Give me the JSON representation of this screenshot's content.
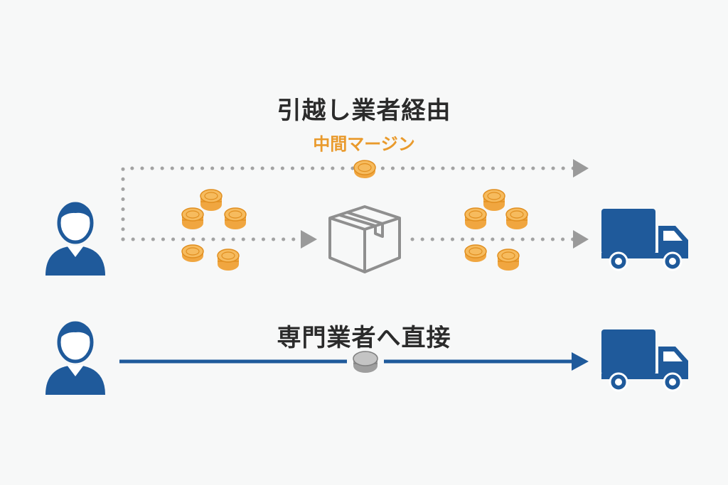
{
  "routes": {
    "indirect": {
      "title": "引越し業者経由",
      "margin_label": "中間マージン"
    },
    "direct": {
      "title": "専門業者へ直接"
    }
  },
  "icons": {
    "customer": "person-icon",
    "truck": "truck-icon",
    "box": "package-box-icon",
    "coins": "coin-stack-icon",
    "coin": "coin-icon"
  },
  "colors": {
    "blue": "#1f5a9b",
    "orange": "#e99a2c",
    "gray": "#9a9a9a",
    "text": "#2b2b2b"
  }
}
